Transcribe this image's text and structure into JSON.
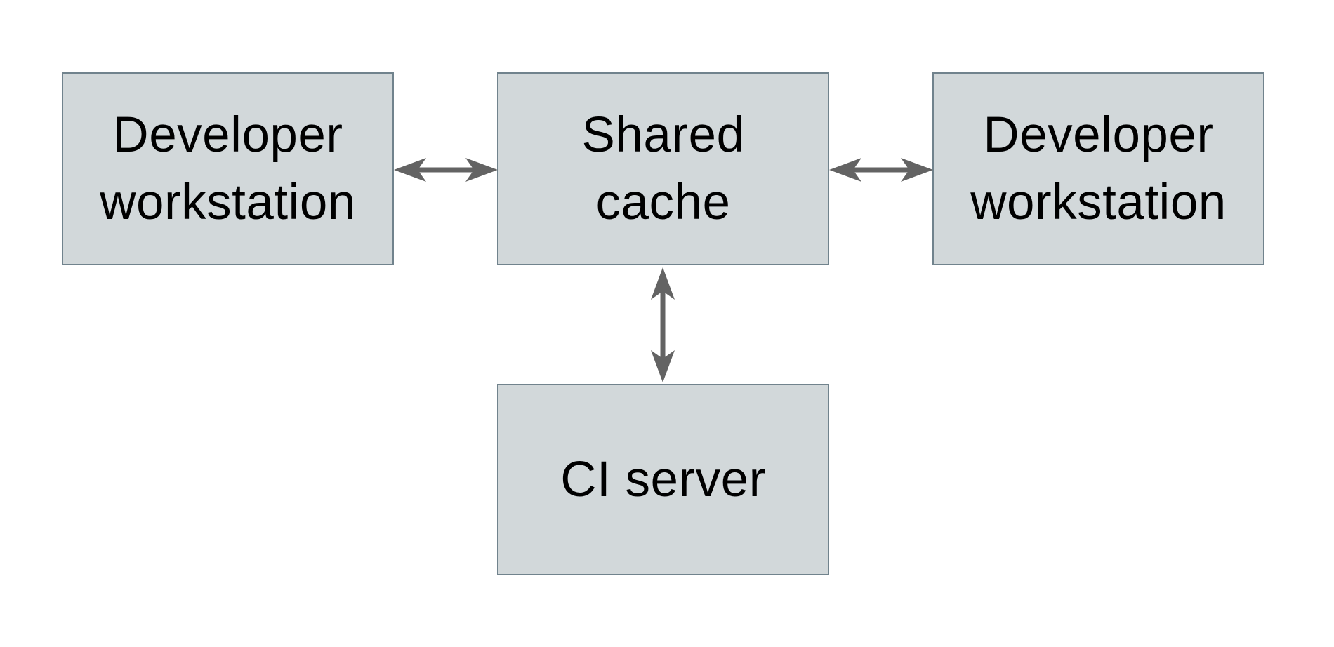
{
  "diagram": {
    "nodes": {
      "dev_workstation_left": {
        "label": "Developer workstation",
        "lines": [
          "Developer",
          "workstation"
        ]
      },
      "shared_cache": {
        "label": "Shared cache",
        "lines": [
          "Shared",
          "cache"
        ]
      },
      "dev_workstation_right": {
        "label": "Developer workstation",
        "lines": [
          "Developer",
          "workstation"
        ]
      },
      "ci_server": {
        "label": "CI server",
        "lines": [
          "CI server"
        ]
      }
    },
    "edges": [
      {
        "from": "dev_workstation_left",
        "to": "shared_cache",
        "type": "bidirectional"
      },
      {
        "from": "shared_cache",
        "to": "dev_workstation_right",
        "type": "bidirectional"
      },
      {
        "from": "shared_cache",
        "to": "ci_server",
        "type": "bidirectional"
      }
    ]
  },
  "theme": {
    "background": "#ffffff",
    "node_fill": "#d2d8da",
    "node_border": "#71838d",
    "node_text": "#000000",
    "arrow_color": "#636363"
  }
}
